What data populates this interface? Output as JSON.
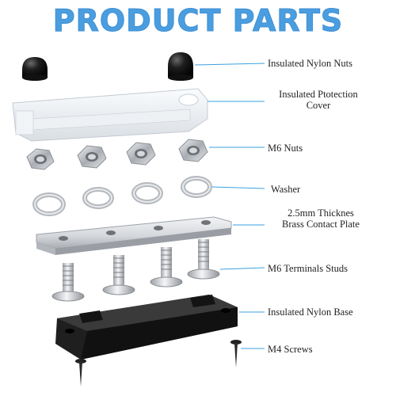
{
  "title": "PRODUCT PARTS",
  "labels": {
    "nylon_nuts": "Insulated Nylon Nuts",
    "cover_line1": "Insulated Ptotection",
    "cover_line2": "Cover",
    "m6_nuts": "M6 Nuts",
    "washer": "Washer",
    "plate_line1": "2.5mm Thicknes",
    "plate_line2": "Brass Contact Plate",
    "studs": "M6 Terminals Studs",
    "base": "Insulated Nylon Base",
    "screws": "M4 Screws"
  },
  "colors": {
    "title": "#4a9ee0",
    "leader": "#3aa0e0",
    "metal": "#c9ccd1",
    "black": "#1b1b1b"
  }
}
